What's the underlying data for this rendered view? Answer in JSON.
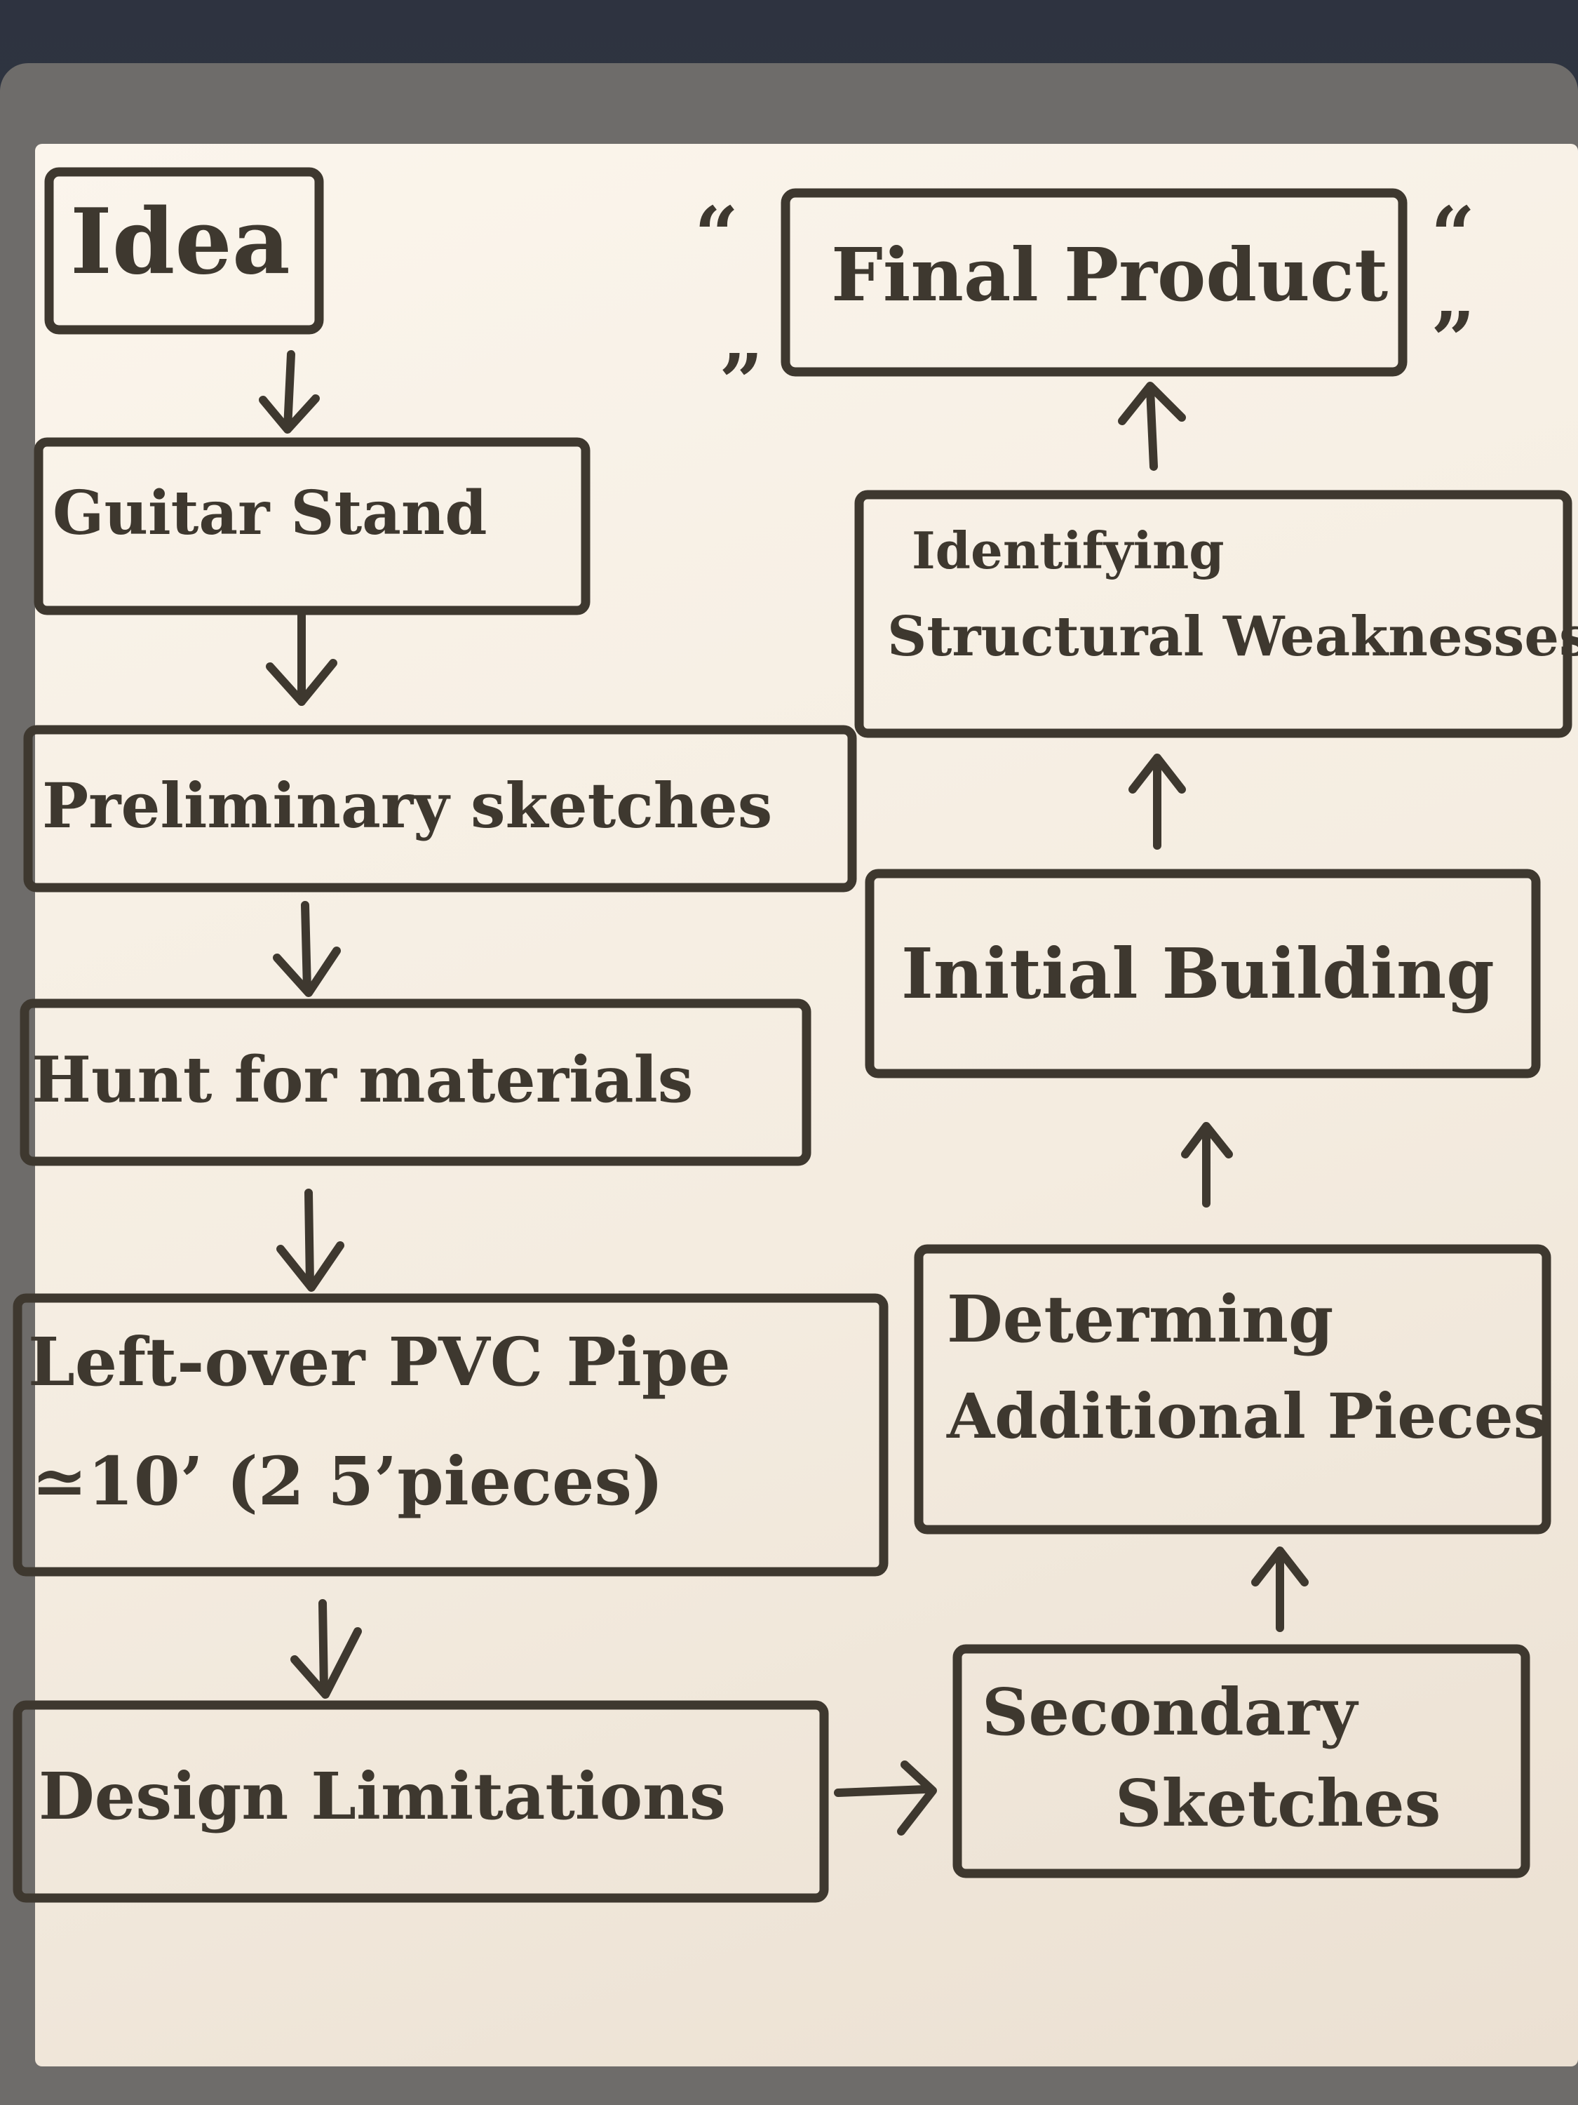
{
  "diagram": {
    "nodes": {
      "idea": "Idea",
      "guitar_stand": "Guitar Stand",
      "preliminary_sketches": "Preliminary sketches",
      "hunt_for_materials": "Hunt for materials",
      "pvc_pipe_line1": "Left-over PVC Pipe",
      "pvc_pipe_line2": "≃10’ (2 5’pieces)",
      "design_limitations": "Design Limitations",
      "secondary_sketches_line1": "Secondary",
      "secondary_sketches_line2": "Sketches",
      "additional_pieces_line1": "Determing",
      "additional_pieces_line2": "Additional Pieces",
      "initial_building": "Initial Building",
      "structural_weaknesses_line1": "Identifying",
      "structural_weaknesses_line2": "Structural Weaknesses",
      "final_product": "Final Product"
    },
    "quote_marks": {
      "top_left": "“",
      "top_right": "“",
      "bottom_left": "”",
      "bottom_right": "”"
    },
    "edges": [
      [
        "idea",
        "guitar_stand"
      ],
      [
        "guitar_stand",
        "preliminary_sketches"
      ],
      [
        "preliminary_sketches",
        "hunt_for_materials"
      ],
      [
        "hunt_for_materials",
        "pvc_pipe"
      ],
      [
        "pvc_pipe",
        "design_limitations"
      ],
      [
        "design_limitations",
        "secondary_sketches"
      ],
      [
        "secondary_sketches",
        "additional_pieces"
      ],
      [
        "additional_pieces",
        "initial_building"
      ],
      [
        "initial_building",
        "structural_weaknesses"
      ],
      [
        "structural_weaknesses",
        "final_product"
      ]
    ]
  }
}
